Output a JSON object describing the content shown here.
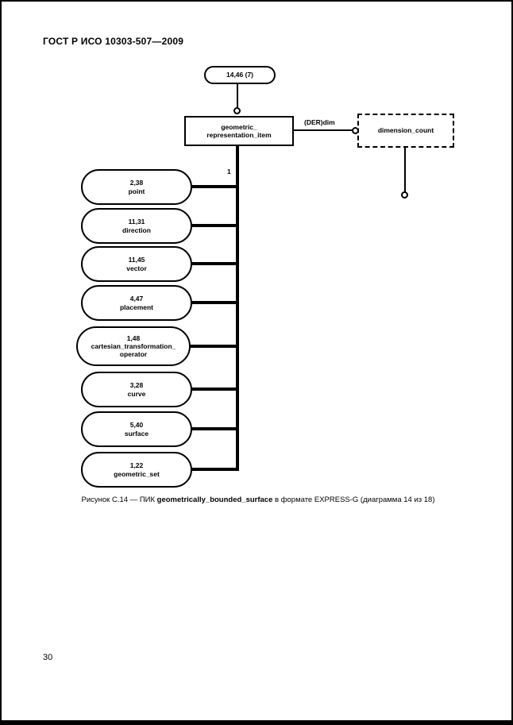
{
  "page": {
    "header": "ГОСТ Р ИСО 10303-507—2009",
    "page_number": "30"
  },
  "diagram": {
    "page_ref_top": "14,46 (7)",
    "entity_box": {
      "line1": "geometric_",
      "line2": "representation_item"
    },
    "attribute_label": "(DER)dim",
    "dashed_box_label": "dimension_count",
    "cardinality_label": "1",
    "ovals": [
      {
        "ref": "2,38",
        "name": "point"
      },
      {
        "ref": "11,31",
        "name": "direction"
      },
      {
        "ref": "11,45",
        "name": "vector"
      },
      {
        "ref": "4,47",
        "name": "placement"
      },
      {
        "ref": "1,48",
        "name": "cartesian_transformation_",
        "name2": "operator"
      },
      {
        "ref": "3,28",
        "name": "curve"
      },
      {
        "ref": "5,40",
        "name": "surface"
      },
      {
        "ref": "1,22",
        "name": "geometric_set"
      }
    ]
  },
  "caption": {
    "prefix": "Рисунок С.14 — ПИК ",
    "bold": "geometrically_bounded_surface",
    "suffix": " в формате EXPRESS-G (диаграмма  14 из 18)"
  },
  "colors": {
    "ink": "#000000",
    "paper": "#ffffff"
  }
}
